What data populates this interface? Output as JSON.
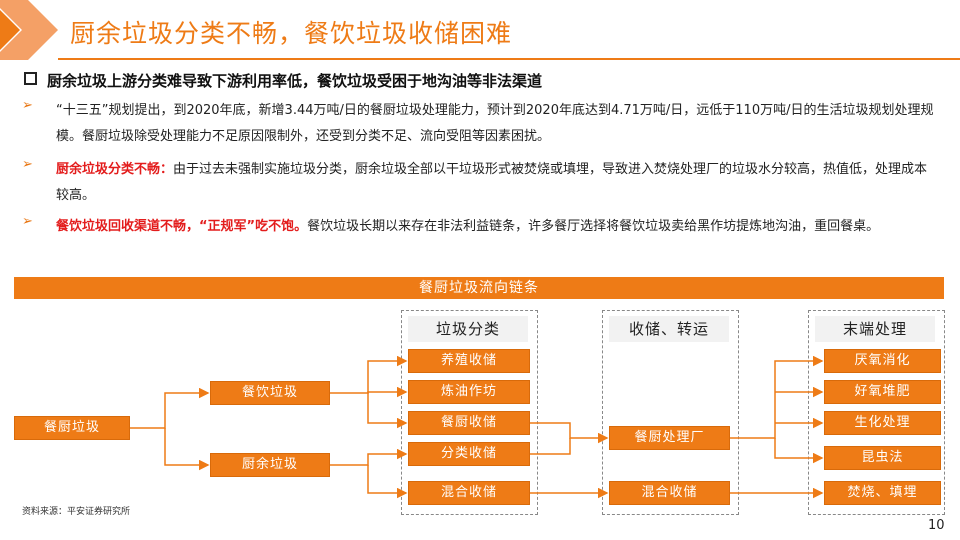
{
  "title": "厨余垃圾分类不畅，餐饮垃圾收储困难",
  "heading": "厨余垃圾上游分类难导致下游利用率低，餐饮垃圾受困于地沟油等非法渠道",
  "bullets": [
    {
      "marker": "➢",
      "highlight": "",
      "text": "“十三五”规划提出，到2020年底，新增3.44万吨/日的餐厨垃圾处理能力，预计到2020年底达到4.71万吨/日，远低于110万吨/日的生活垃圾规划处理规模。餐厨垃圾除受处理能力不足原因限制外，还受到分类不足、流向受阻等因素困扰。"
    },
    {
      "marker": "➢",
      "highlight": "厨余垃圾分类不畅：",
      "text": "由于过去未强制实施垃圾分类，厨余垃圾全部以干垃圾形式被焚烧或填埋，导致进入焚烧处理厂的垃圾水分较高，热值低，处理成本较高。"
    },
    {
      "marker": "➢",
      "highlight": "餐饮垃圾回收渠道不畅，“正规军”吃不饱。",
      "text": "餐饮垃圾长期以来存在非法利益链条，许多餐厅选择将餐饮垃圾卖给黑作坊提炼地沟油，重回餐桌。"
    }
  ],
  "flow": {
    "header": "餐厨垃圾流向链条",
    "groups": [
      "垃圾分类",
      "收储、转运",
      "末端处理"
    ],
    "root": "餐厨垃圾",
    "level1": [
      "餐饮垃圾",
      "厨余垃圾"
    ],
    "sort": [
      "养殖收储",
      "炼油作坊",
      "餐厨收储",
      "分类收储",
      "混合收储"
    ],
    "storage": [
      "餐厨处理厂",
      "混合收储"
    ],
    "end": [
      "厌氧消化",
      "好氧堆肥",
      "生化处理",
      "昆虫法",
      "焚烧、填埋"
    ]
  },
  "colors": {
    "accent": "#ee7b16",
    "highlight": "#e31c1c"
  },
  "source": "资料来源：平安证券研究所",
  "page_number": "10"
}
